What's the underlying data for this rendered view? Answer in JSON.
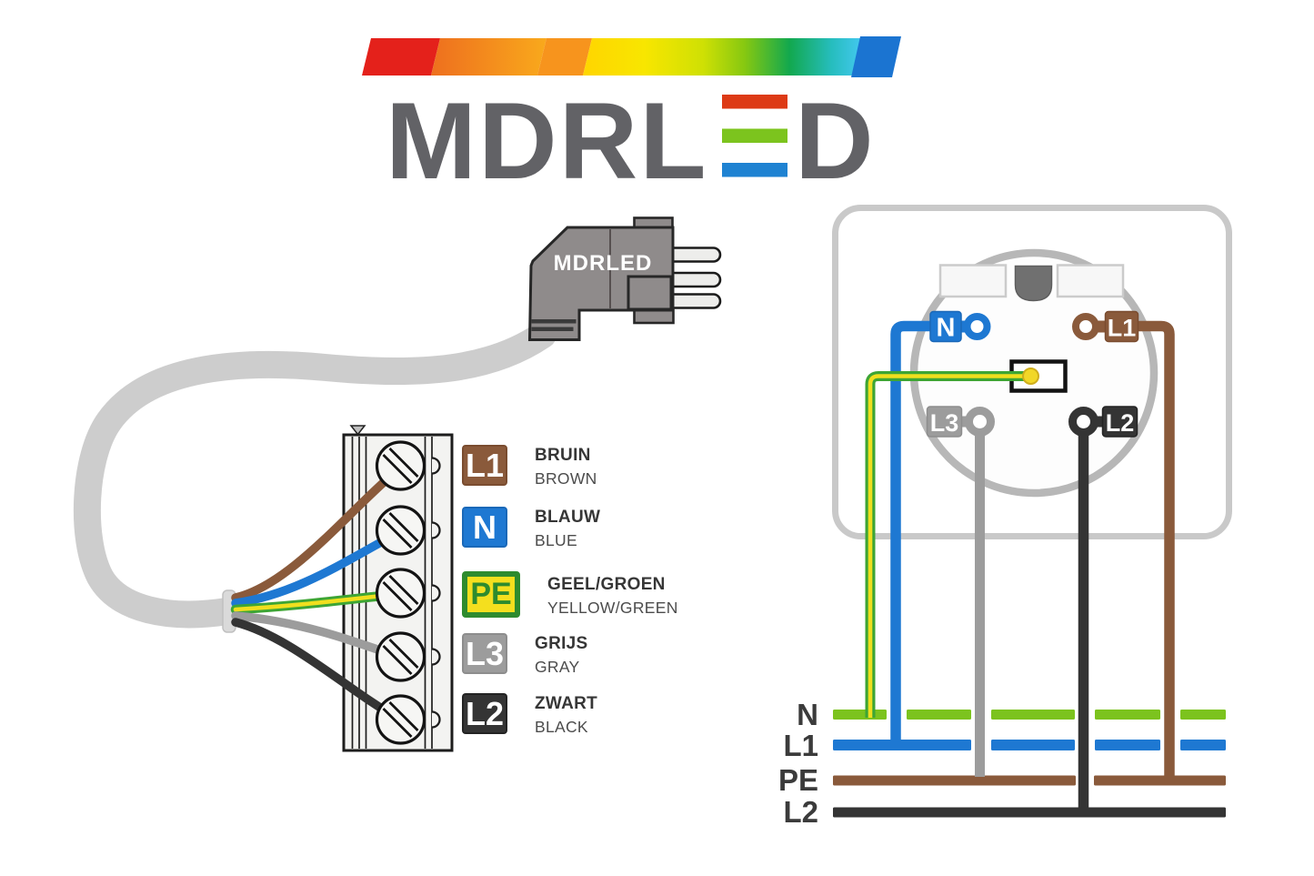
{
  "logo": {
    "part1": "MDRL",
    "part2": "D"
  },
  "plug": {
    "label": "MDRLED"
  },
  "legend": {
    "items": [
      {
        "badge": "L1",
        "nl": "BRUIN",
        "en": "BROWN",
        "color": "#8a5a3b"
      },
      {
        "badge": "N",
        "nl": "BLAUW",
        "en": "BLUE",
        "color": "#1e78d2"
      },
      {
        "badge": "PE",
        "nl": "GEEL/GROEN",
        "en": "YELLOW/GREEN",
        "color": "#f4df1e"
      },
      {
        "badge": "L3",
        "nl": "GRIJS",
        "en": "GRAY",
        "color": "#9c9c9c"
      },
      {
        "badge": "L2",
        "nl": "ZWART",
        "en": "BLACK",
        "color": "#343434"
      }
    ]
  },
  "socket": {
    "terminal_n": "N",
    "terminal_l1": "L1",
    "terminal_l3": "L3",
    "terminal_l2": "L2"
  },
  "bus": {
    "labels": [
      "N",
      "L1",
      "PE",
      "L2"
    ]
  },
  "colors": {
    "brown": "#8a5a3b",
    "blue": "#1e78d2",
    "gray": "#9c9c9c",
    "black": "#343434",
    "pe_green": "#3da535",
    "pe_yellow": "#f0df1e",
    "bus_green": "#7cc31e",
    "yellow_dot": "#f1d727",
    "logo_gray": "#626266"
  }
}
